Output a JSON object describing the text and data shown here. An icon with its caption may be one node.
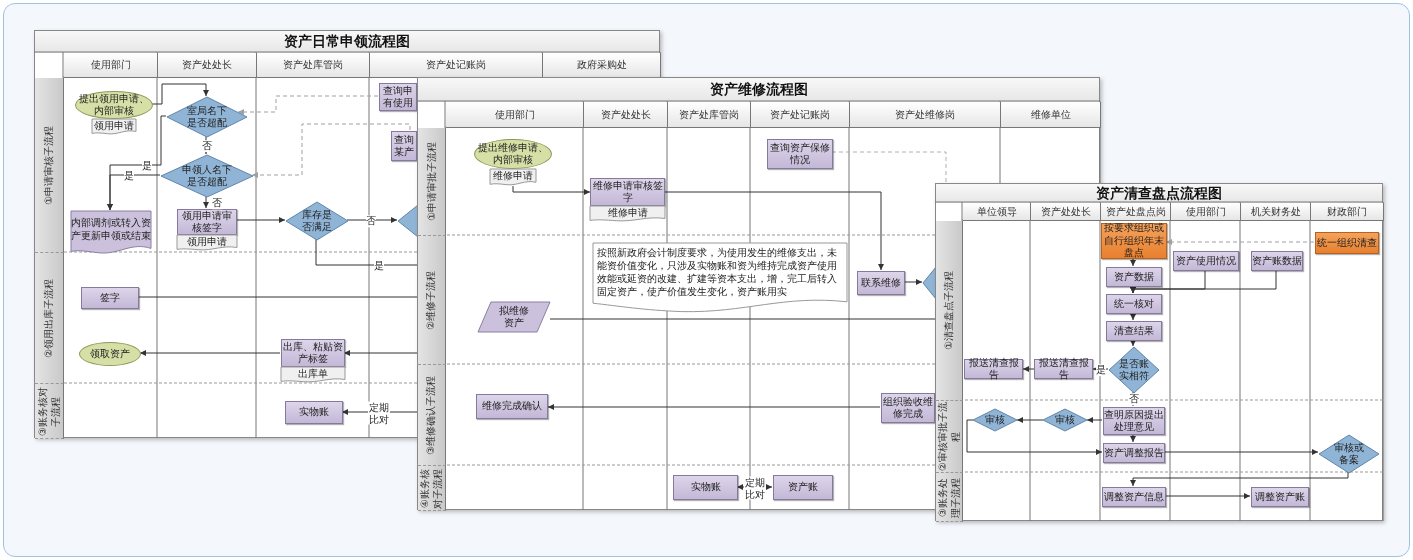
{
  "diagram": {
    "nodes": [
      {
        "text": [
          "资产日常申领流程图"
        ]
      },
      {
        "text": [
          "提出领用申请、内部审核"
        ],
        "in": 0
      },
      {
        "text": [
          "领用申请"
        ],
        "in": 0
      },
      {
        "text": [
          "室局名下是否超配"
        ],
        "in": 0
      },
      {
        "text": [
          "申领人名下是否超配"
        ],
        "in": 0
      },
      {
        "text": [
          "内部调剂或转入资产更新申领或结束"
        ],
        "in": 0
      },
      {
        "text": [
          "领用申请审核签字"
        ],
        "in": 0
      },
      {
        "text": [
          "领用申请"
        ],
        "in": 0
      },
      {
        "text": [
          "库存是否满足"
        ],
        "in": 0
      },
      {
        "text": [],
        "shape": "diamond",
        "in": 0
      },
      {
        "text": [
          "查询申有使用"
        ],
        "in": 0
      },
      {
        "text": [
          "查询某产"
        ],
        "in": 0
      },
      {
        "text": [
          "签字"
        ],
        "in": 0
      },
      {
        "text": [
          "领取资产"
        ],
        "in": 0
      },
      {
        "text": [
          "出库、粘贴资产标签"
        ],
        "in": 0
      },
      {
        "text": [
          "出库单"
        ],
        "in": 0
      },
      {
        "text": [
          "实物账"
        ],
        "in": 0
      },
      {
        "text": [
          "资产维修流程图"
        ]
      },
      {
        "text": [
          "提出维修申请、内部审核"
        ]
      },
      {
        "text": [
          "维修申请"
        ]
      },
      {
        "text": [
          "维修申请审核签字"
        ]
      },
      {
        "text": [
          "维修申请"
        ]
      },
      {
        "text": [
          "查询资产保修情况"
        ],
        "in": 17
      },
      {
        "text": [
          "联系维修"
        ],
        "in": 17
      },
      {
        "text": [],
        "shape": "diamond",
        "in": 17
      },
      {
        "text": [
          "拟维修资产"
        ]
      },
      {
        "text": [
          "维修完成确认"
        ]
      },
      {
        "text": [
          "组织验收维修完成"
        ],
        "in": 17
      },
      {
        "text": [
          "按照新政府会计制度要求，为使用发生的维修支出，未能资价值变化，只涉及实物账和资为维持完成资产使用效能或延资的改建、扩建等资本支出，增，完工后转入固定资产，使产价值发生变化，资产账用实"
        ],
        "in": 17
      },
      {
        "text": [
          "实物账"
        ],
        "in": 17
      },
      {
        "text": [
          "资产账"
        ],
        "in": 17
      },
      {
        "text": [
          "资产清查盘点流程图"
        ]
      },
      {
        "text": [
          "按要求组织或自行组织年末盘点"
        ],
        "in": 31
      },
      {
        "text": [
          "统一组织清查"
        ],
        "in": 31
      },
      {
        "text": [
          "资产数据"
        ],
        "in": 31
      },
      {
        "text": [
          "资产使用情况"
        ],
        "in": 31
      },
      {
        "text": [
          "资产账数据"
        ],
        "in": 31
      },
      {
        "text": [
          "统一核对"
        ],
        "in": 31
      },
      {
        "text": [
          "清查结果"
        ],
        "in": 31
      },
      {
        "text": [
          "是否账实相符"
        ],
        "in": 31
      },
      {
        "text": [
          "报送清查报告"
        ]
      },
      {
        "text": [
          "报送清查报告"
        ]
      },
      {
        "text": [
          "查明原因提出处理意见"
        ],
        "in": 31
      },
      {
        "text": [
          "审核"
        ]
      },
      {
        "text": [
          "审核"
        ]
      },
      {
        "text": [
          "资产调整报告"
        ],
        "in": 31
      },
      {
        "text": [
          "审核或备案"
        ],
        "in": 31
      },
      {
        "text": [
          "调整资产信息"
        ],
        "in": 31
      },
      {
        "text": [
          "调整资产账"
        ],
        "in": 31
      }
    ],
    "edges": [
      {
        "from": 1,
        "to": 3,
        "arrow": "to"
      },
      {
        "from": 3,
        "to": 4,
        "arrow": "to",
        "label": "否"
      },
      {
        "from": 3,
        "to": 5,
        "arrow": "to",
        "label": "是"
      },
      {
        "from": 4,
        "to": 5,
        "arrow": "to",
        "label": "是"
      },
      {
        "from": 4,
        "to": 6,
        "arrow": "to",
        "label": "否"
      },
      {
        "from": 6,
        "to": 8,
        "arrow": "to"
      },
      {
        "from": 8,
        "to": 9,
        "arrow": "to",
        "label": "否"
      },
      {
        "from": 8,
        "to": 17,
        "arrow": "none",
        "label": "是"
      },
      {
        "from": 10,
        "to": 3,
        "arrow": "to",
        "style": "dashed",
        "color": "#a0a0a0"
      },
      {
        "from": 11,
        "to": 4,
        "arrow": "to",
        "style": "dashed",
        "color": "#a0a0a0"
      },
      {
        "from": 12,
        "to": 17,
        "arrow": "none"
      },
      {
        "from": 17,
        "to": 14,
        "arrow": "to"
      },
      {
        "from": 14,
        "to": 13,
        "arrow": "to"
      },
      {
        "from": 17,
        "to": 16,
        "arrow": "to",
        "label": "定期比对"
      },
      {
        "from": 19,
        "to": 20,
        "arrow": "to"
      },
      {
        "from": 20,
        "to": 23,
        "arrow": "to"
      },
      {
        "from": 22,
        "to": 31,
        "arrow": "none",
        "style": "dashed",
        "color": "#b0b0b0"
      },
      {
        "from": 23,
        "to": 24,
        "arrow": "to"
      },
      {
        "from": 25,
        "to": 31,
        "arrow": "none"
      },
      {
        "from": 27,
        "to": 26,
        "arrow": "to"
      },
      {
        "from": 29,
        "to": 30,
        "arrow": "both",
        "label": "定期比对"
      },
      {
        "from": 33,
        "to": 32,
        "arrow": "to",
        "style": "dashed",
        "color": "#a0a0a0"
      },
      {
        "from": 32,
        "to": 34,
        "arrow": "to"
      },
      {
        "from": 34,
        "to": 37,
        "arrow": "to"
      },
      {
        "from": 35,
        "to": 37,
        "arrow": "to"
      },
      {
        "from": 36,
        "to": 37,
        "arrow": "to"
      },
      {
        "from": 37,
        "to": 38,
        "arrow": "to"
      },
      {
        "from": 38,
        "to": 39,
        "arrow": "to"
      },
      {
        "from": 39,
        "to": 41,
        "arrow": "to",
        "label": "是"
      },
      {
        "from": 41,
        "to": 40,
        "arrow": "to"
      },
      {
        "from": 39,
        "to": 42,
        "arrow": "to",
        "label": "否"
      },
      {
        "from": 42,
        "to": 43,
        "arrow": "to"
      },
      {
        "from": 43,
        "to": 44,
        "arrow": "to"
      },
      {
        "from": 44,
        "to": 45,
        "arrow": "to"
      },
      {
        "from": 42,
        "to": 45,
        "arrow": "to"
      },
      {
        "from": 45,
        "to": 46,
        "arrow": "to"
      },
      {
        "from": 46,
        "to": 47,
        "arrow": "to"
      },
      {
        "from": 47,
        "to": 48,
        "arrow": "to"
      }
    ],
    "labels": [
      "使用部门",
      "资产处处长",
      "资产处库管岗",
      "资产处记账岗",
      "政府采购处",
      "①申请审核子流程",
      "②领用出库子流程",
      "③账务核对子流程",
      "使用部门",
      "资产处处长",
      "资产处库管岗",
      "资产处记账岗",
      "资产处维修岗",
      "维修单位",
      "①申请审批子流程",
      "②维修子流程",
      "③维修确认子流程",
      "④账务核对子流程",
      "单位领导",
      "资产处处长",
      "资产处盘点岗",
      "使用部门",
      "机关财务处",
      "财政部门",
      "①清查盘点子流程",
      "②审核审批子流程",
      "③账务处理子流程"
    ]
  }
}
